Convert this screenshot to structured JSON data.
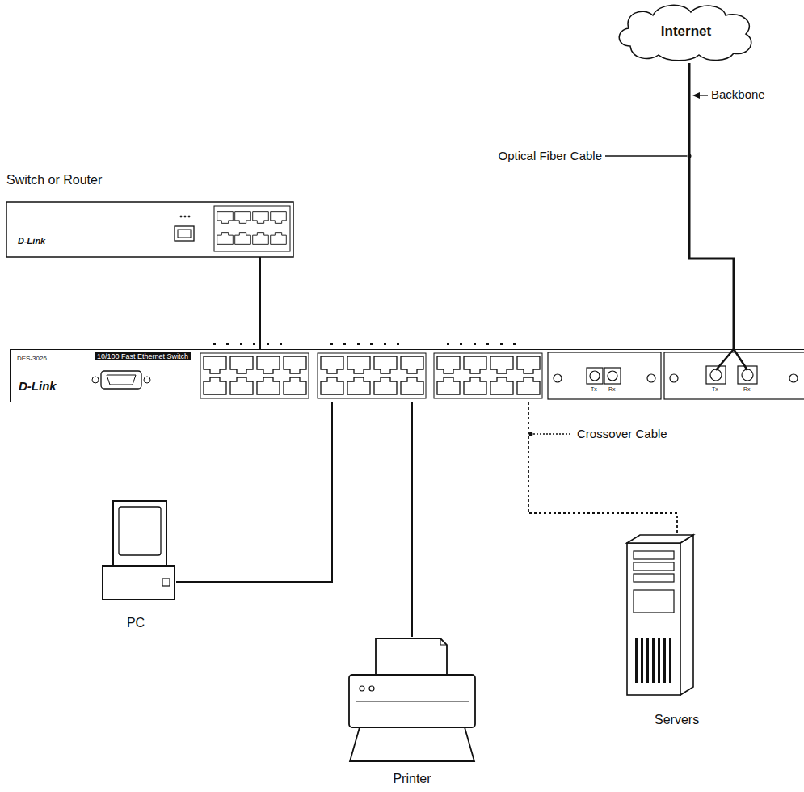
{
  "diagram": {
    "nodes": [
      {
        "text": [
          "Internet"
        ]
      },
      {
        "text": [
          "Switch or Router",
          "D-Link"
        ]
      },
      {
        "text": [
          "DES-3026",
          "10/100 Fast Ethernet Switch",
          "D-Link"
        ]
      },
      {
        "text": [
          "PC"
        ]
      },
      {
        "text": [
          "Printer"
        ]
      },
      {
        "text": [
          "Servers"
        ]
      }
    ],
    "edges": [
      {
        "from": 0,
        "to": 2,
        "arrow": "none"
      },
      {
        "from": 1,
        "to": 2,
        "arrow": "none"
      },
      {
        "from": 2,
        "to": 3,
        "arrow": "none"
      },
      {
        "from": 2,
        "to": 4,
        "arrow": "none"
      },
      {
        "from": 2,
        "to": 5,
        "arrow": "none"
      }
    ],
    "labels": [
      "Backbone",
      "Optical Fiber Cable",
      "Crossover Cable",
      "Tx",
      "Rx",
      "Tx",
      "Rx"
    ]
  }
}
